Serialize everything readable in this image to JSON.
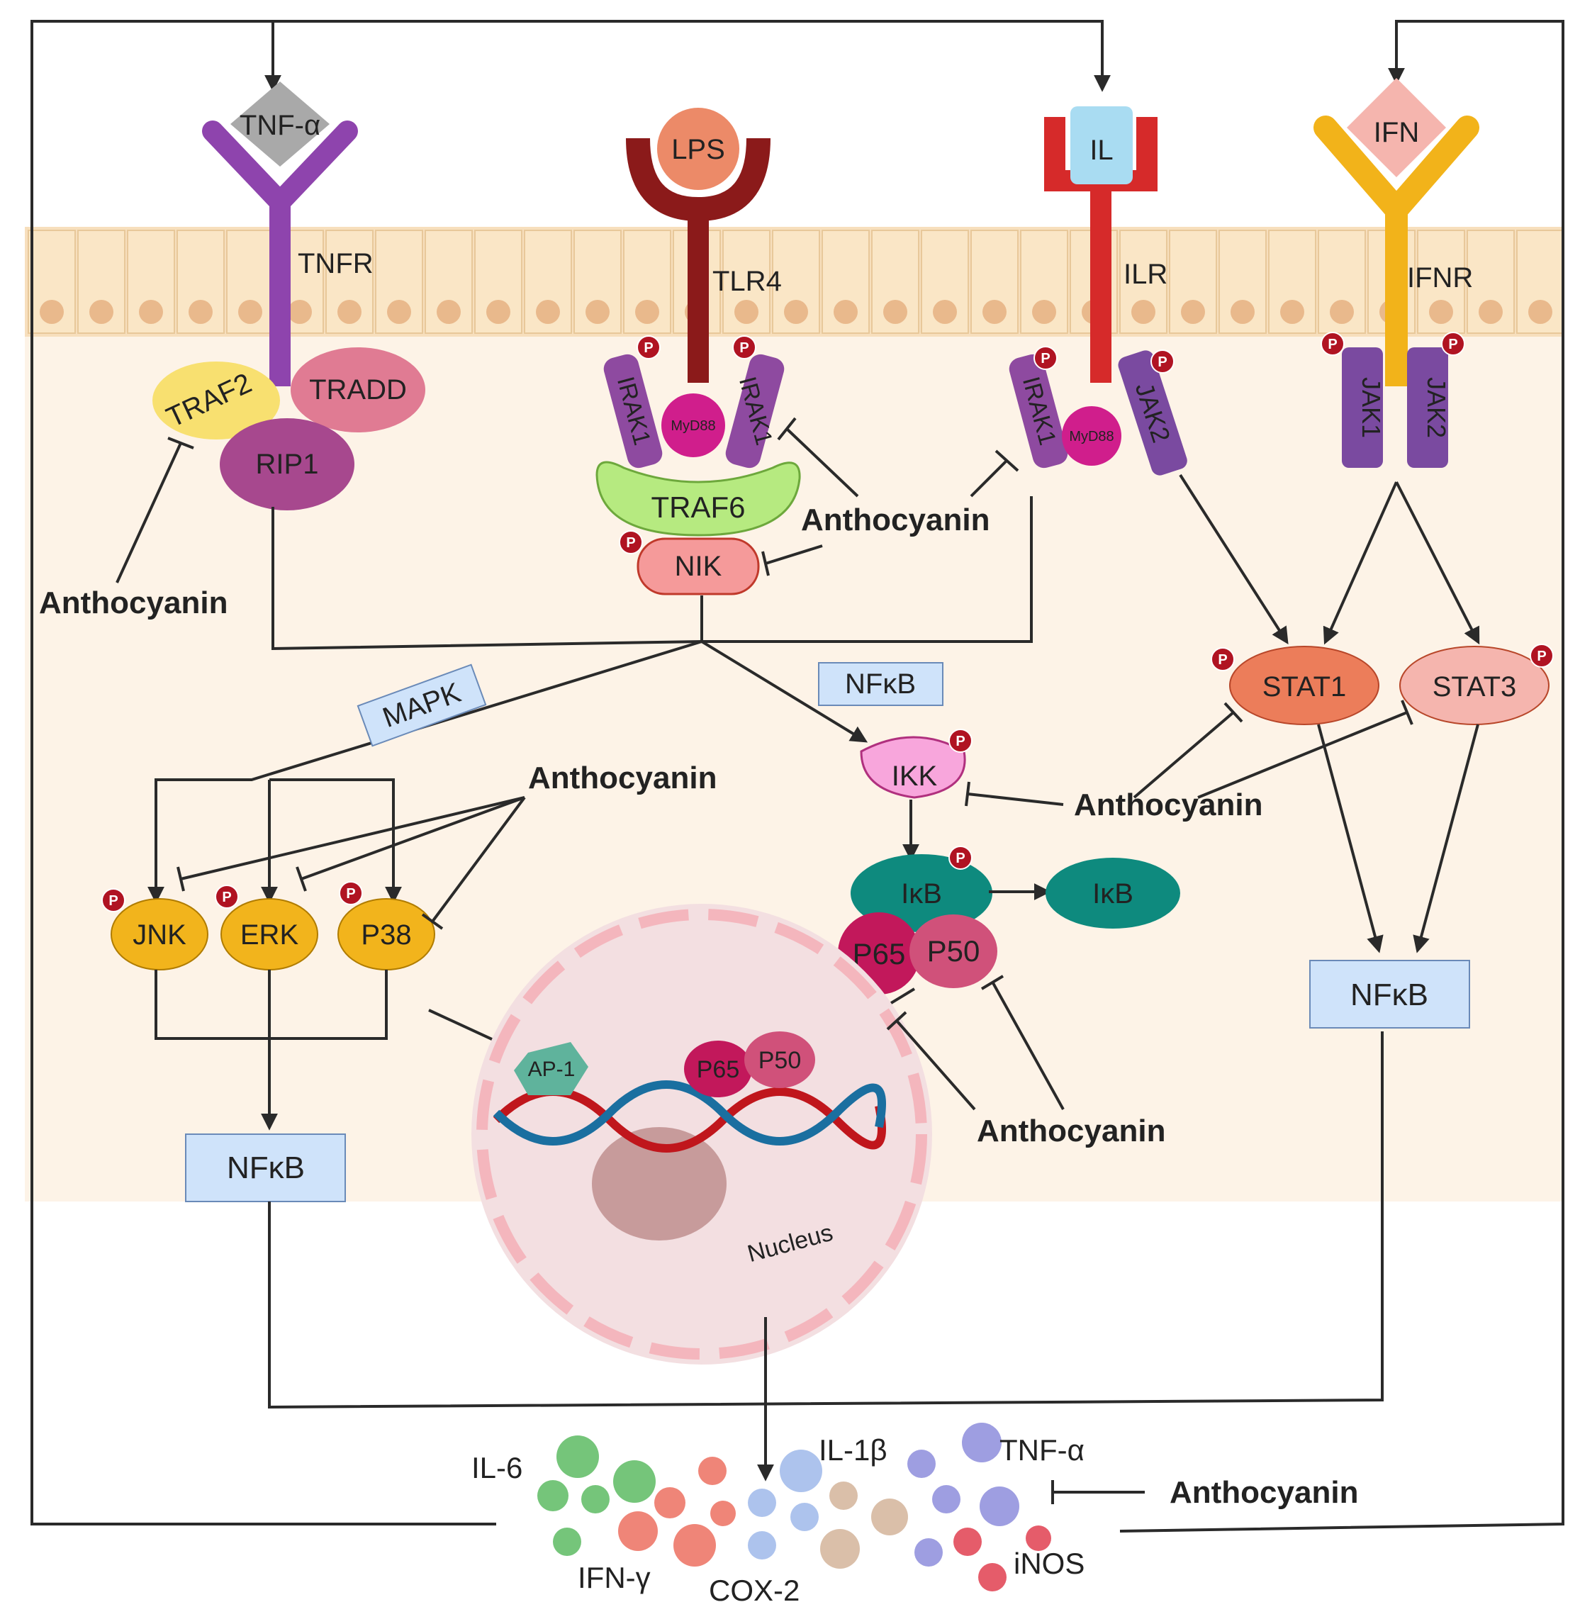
{
  "receptors": {
    "tnf_ligand": "TNF-α",
    "tnfr": "TNFR",
    "lps": "LPS",
    "tlr4": "TLR4",
    "il": "IL",
    "ilr": "ILR",
    "ifn": "IFN",
    "ifnr": "IFNR"
  },
  "adaptors": {
    "traf2": "TRAF2",
    "tradd": "TRADD",
    "rip1": "RIP1",
    "irak1": "IRAK1",
    "myd88": "MyD88",
    "traf6": "TRAF6",
    "nik": "NIK",
    "jak1": "JAK1",
    "jak2": "JAK2"
  },
  "phospho": "P",
  "pathways": {
    "mapk": "MAPK",
    "nfkb_box": "NFκB"
  },
  "kinases": {
    "jnk": "JNK",
    "erk": "ERK",
    "p38": "P38",
    "ikk": "IKK",
    "ikb": "IκB",
    "p65": "P65",
    "p50": "P50",
    "stat1": "STAT1",
    "stat3": "STAT3"
  },
  "nucleus": {
    "label": "Nucleus",
    "ap1": "AP-1",
    "p65": "P65",
    "p50": "P50"
  },
  "inhibitor": "Anthocyanin",
  "mediators": {
    "il6": "IL-6",
    "il1b": "IL-1β",
    "tnfa": "TNF-α",
    "ifng": "IFN-γ",
    "cox2": "COX-2",
    "inos": "iNOS"
  },
  "colors": {
    "cytoplasm": "#fdf3e7",
    "membrane": "#f6dcb5",
    "tnfr": "#8e44ad",
    "tlr4": "#8b1a1a",
    "ilr": "#d62a2a",
    "ifnr": "#f2b31a",
    "kinase": "#f2b41c",
    "nfkb_box": "#cfe3fa",
    "ikb": "#0e8a7e",
    "p65": "#c2185b",
    "p50": "#d0517a"
  }
}
